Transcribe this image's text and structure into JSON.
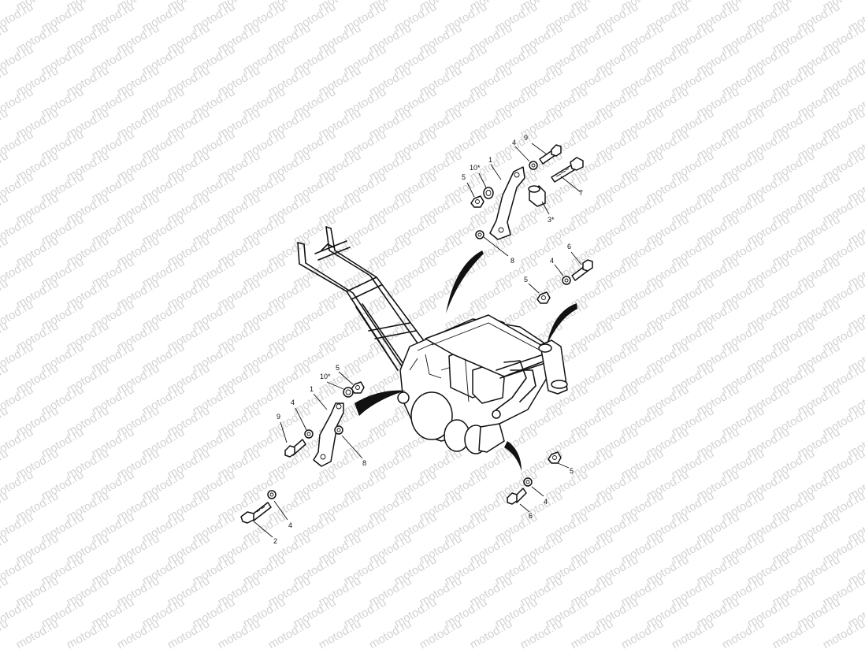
{
  "watermark": {
    "text": "motod.ru"
  },
  "callouts": {
    "c1_top": "1",
    "c1_bottom": "1",
    "c2": "2",
    "c3": "3*",
    "c4_a": "4",
    "c4_b": "4",
    "c4_c": "4",
    "c4_d": "4",
    "c4_e": "4",
    "c5_a": "5",
    "c5_b": "5",
    "c5_c": "5",
    "c5_d": "5",
    "c6_a": "6",
    "c6_b": "6",
    "c7": "7",
    "c8_a": "8",
    "c8_b": "8",
    "c9_a": "9",
    "c9_b": "9",
    "c10_a": "10*",
    "c10_b": "10*"
  }
}
